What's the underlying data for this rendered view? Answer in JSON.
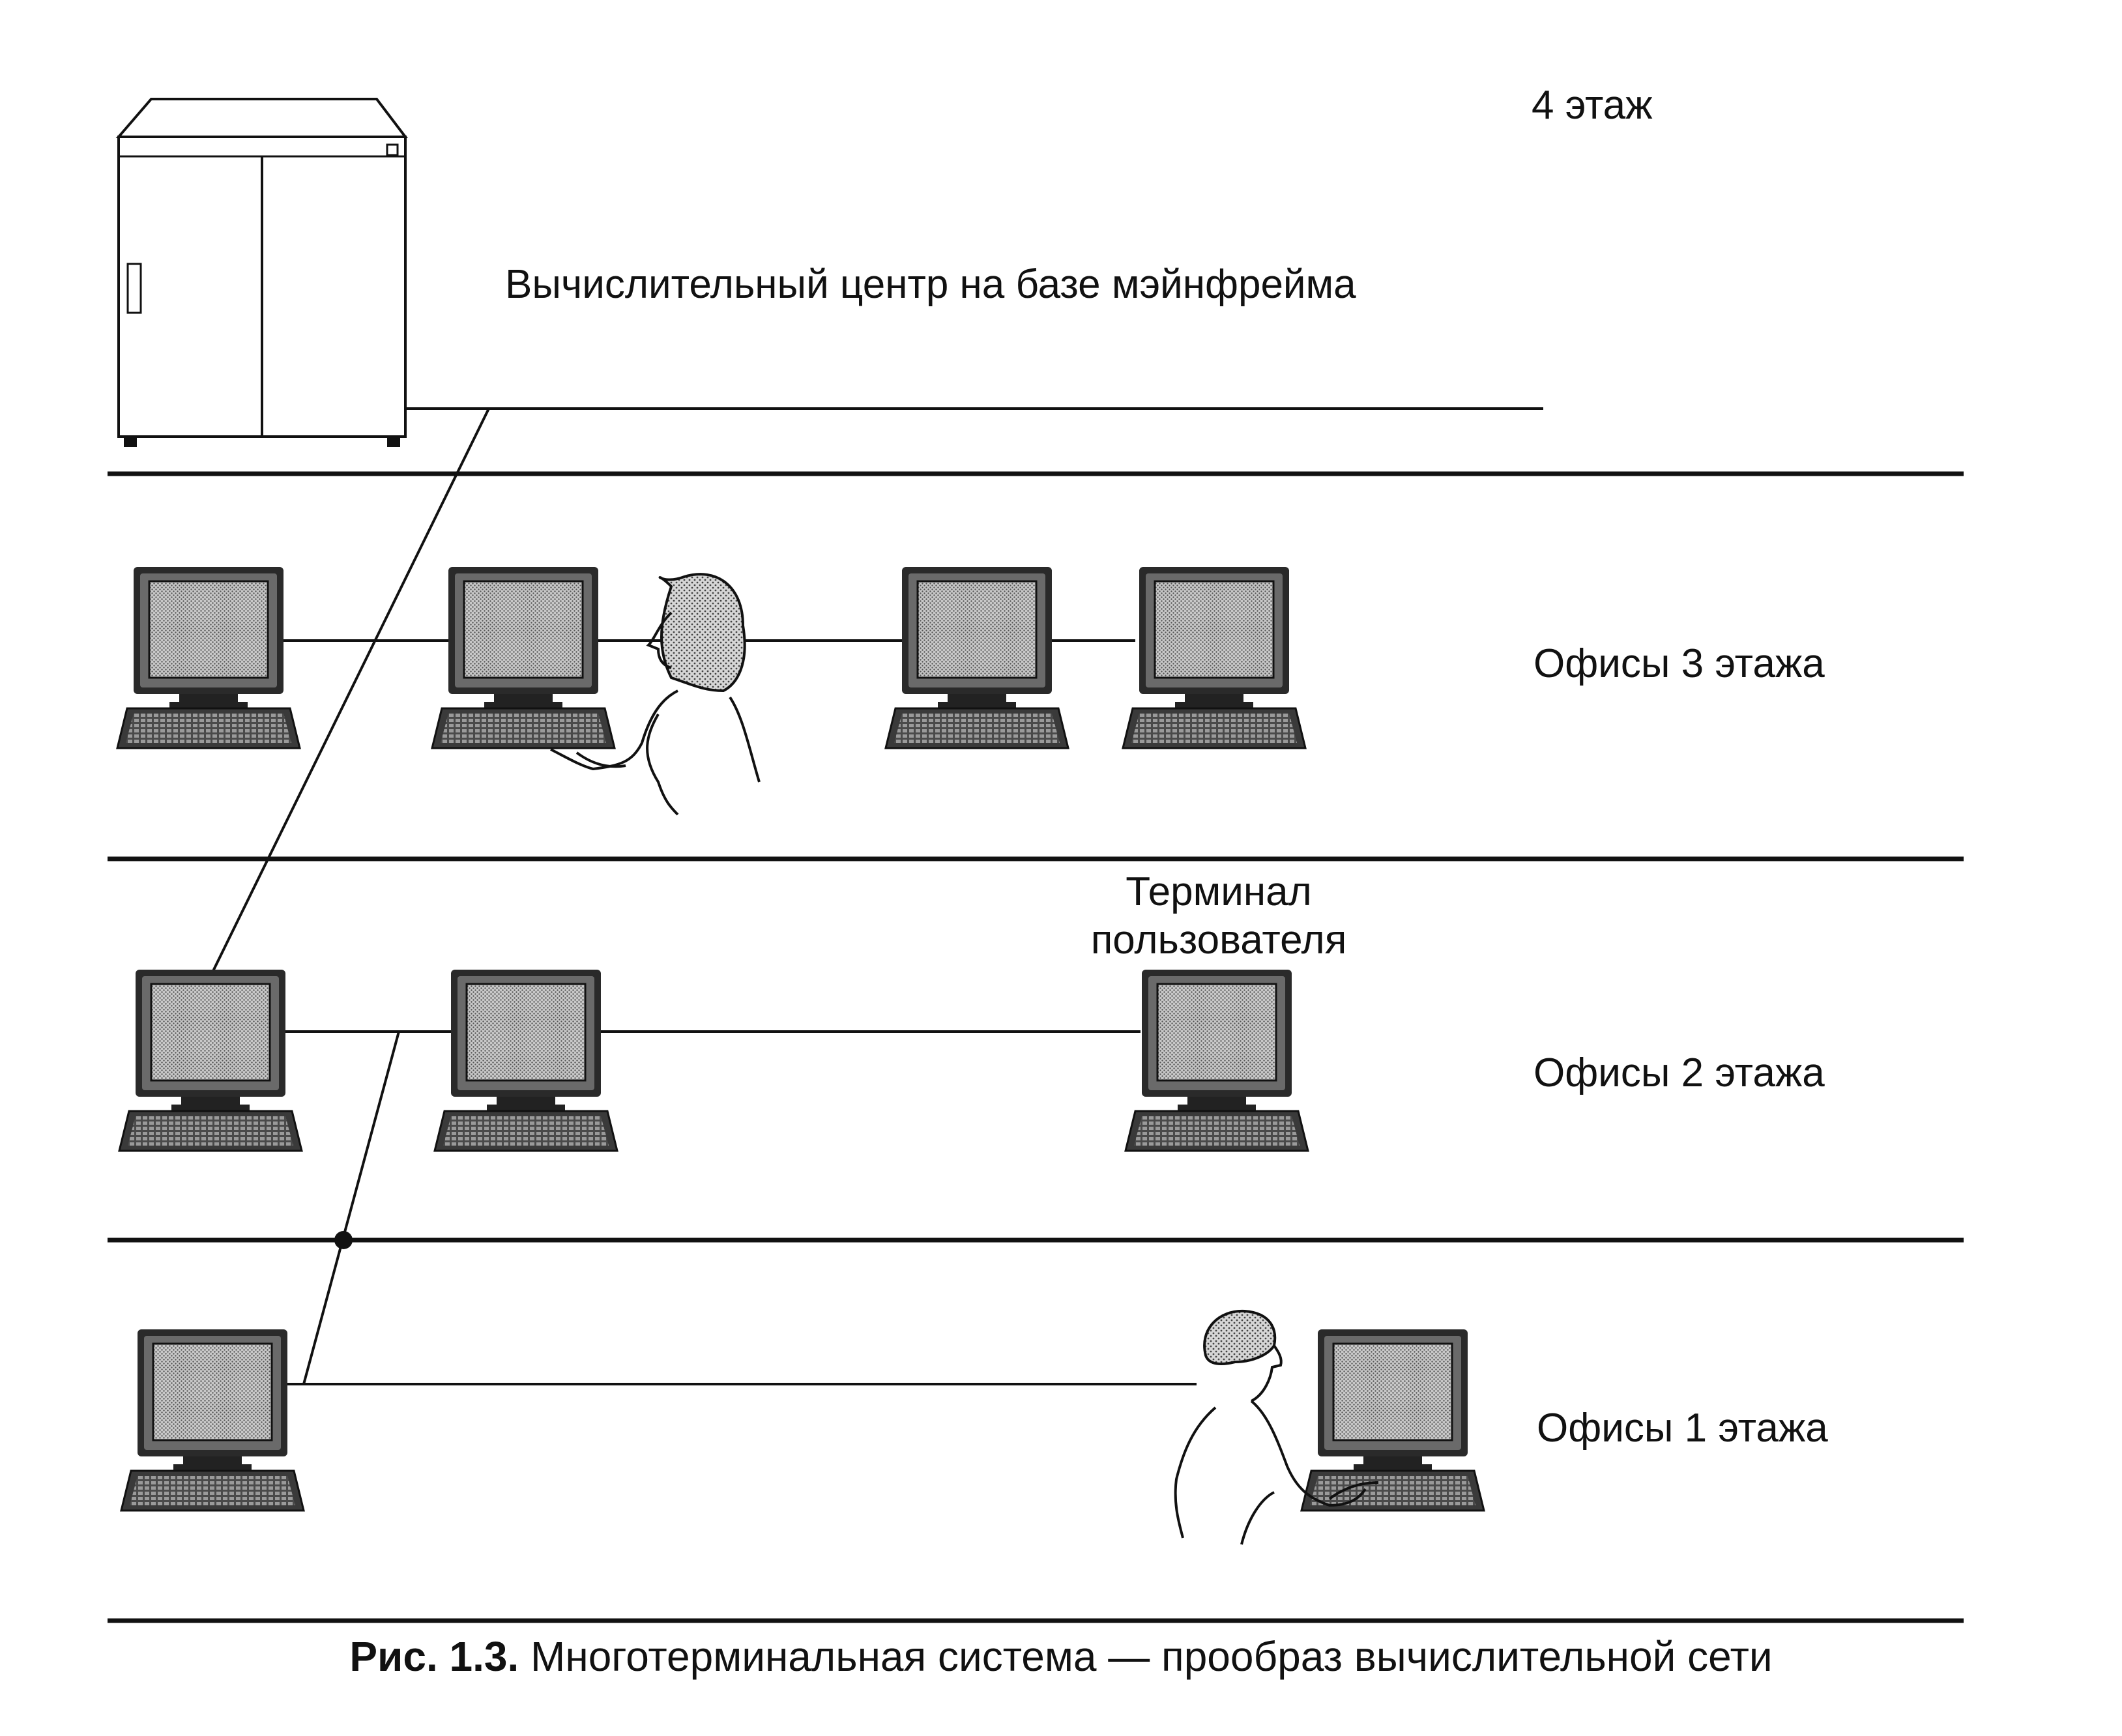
{
  "labels": {
    "floor4": "4 этаж",
    "mainframe": "Вычислительный центр на базе мэйнфрейма",
    "floor3": "Офисы 3 этажа",
    "terminal_line1": "Терминал",
    "terminal_line2": "пользователя",
    "floor2": "Офисы 2 этажа",
    "floor1": "Офисы 1 этажа"
  },
  "caption": {
    "prefix": "Рис. 1.3.",
    "text": " Многотерминальная система — прообраз вычислительной сети"
  },
  "colors": {
    "line": "#111111",
    "screen": "#b8b8b8",
    "case": "#2a2a2a"
  }
}
